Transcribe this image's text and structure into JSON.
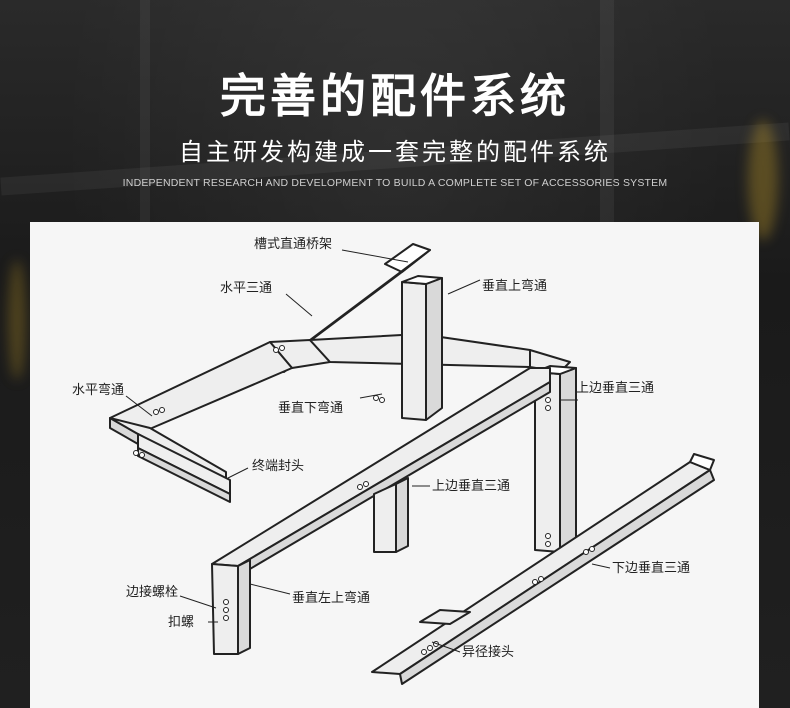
{
  "header": {
    "title": "完善的配件系统",
    "subtitle": "自主研发构建成一套完整的配件系统",
    "subtitle_en": "INDEPENDENT RESEARCH AND DEVELOPMENT TO BUILD A COMPLETE SET OF ACCESSORIES SYSTEM"
  },
  "diagram": {
    "labels": {
      "trough_straight": "槽式直通桥架",
      "horizontal_tee": "水平三通",
      "horizontal_elbow": "水平弯通",
      "vertical_up_elbow": "垂直上弯通",
      "vertical_down_elbow": "垂直下弯通",
      "end_cap": "终端封头",
      "upper_edge_vertical_tee_1": "上边垂直三通",
      "upper_edge_vertical_tee_2": "上边垂直三通",
      "lower_edge_vertical_tee": "下边垂直三通",
      "edge_connect_bolt": "边接螺栓",
      "vertical_left_up_elbow": "垂直左上弯通",
      "clip_nut": "扣螺",
      "reducer_joint": "异径接头"
    }
  },
  "colors": {
    "background": "#1c1c1c",
    "panel": "#f6f6f6",
    "title_text": "#ffffff",
    "line": "#222222"
  }
}
